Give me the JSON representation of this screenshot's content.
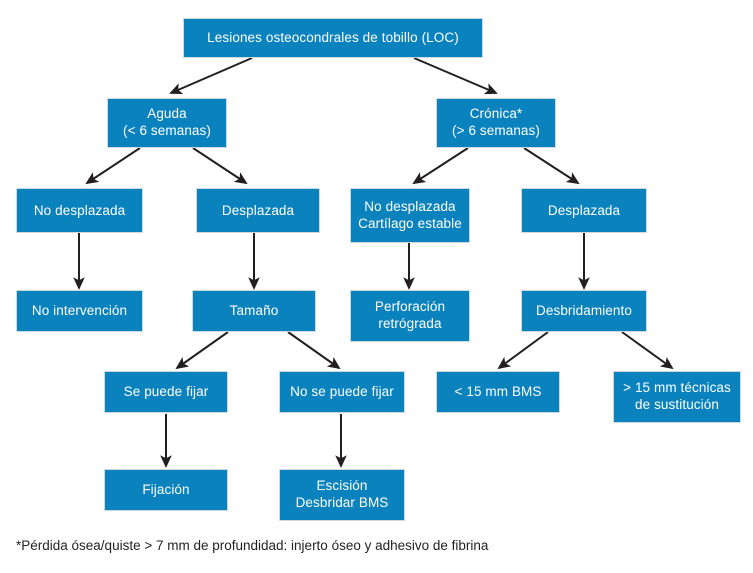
{
  "diagram": {
    "title_node": "Lesiones osteocondrales de tobillo (LOC)",
    "accent_color": "#0a82bd",
    "edge_color": "#231f20",
    "text_color": "#ffffff",
    "background_color": "#ffffff",
    "footnote": "*Pérdida ósea/quiste > 7 mm de profundidad: injerto óseo y adhesivo de fibrina",
    "nodes": [
      {
        "id": "root",
        "label": "Lesiones osteocondrales de tobillo (LOC)"
      },
      {
        "id": "aguda",
        "label": "Aguda\n(< 6 semanas)"
      },
      {
        "id": "cronica",
        "label": "Crónica*\n(> 6 semanas)"
      },
      {
        "id": "a-nodesp",
        "label": "No desplazada"
      },
      {
        "id": "a-desp",
        "label": "Desplazada"
      },
      {
        "id": "c-nodesp",
        "label": "No desplazada\nCartílago estable"
      },
      {
        "id": "c-desp",
        "label": "Desplazada"
      },
      {
        "id": "nointerv",
        "label": "No intervención"
      },
      {
        "id": "tamano",
        "label": "Tamaño"
      },
      {
        "id": "perforacion",
        "label": "Perforación\nretrógrada"
      },
      {
        "id": "desbrid",
        "label": "Desbridamiento"
      },
      {
        "id": "sepuede",
        "label": "Se puede fijar"
      },
      {
        "id": "nosepuede",
        "label": "No se puede fijar"
      },
      {
        "id": "bms15",
        "label": "< 15 mm BMS"
      },
      {
        "id": "tecnicas",
        "label": "> 15 mm técnicas\nde sustitución"
      },
      {
        "id": "fijacion",
        "label": "Fijación"
      },
      {
        "id": "escision",
        "label": "Escisión\nDesbridar BMS"
      }
    ],
    "edges": [
      {
        "from": "root",
        "to": "aguda"
      },
      {
        "from": "root",
        "to": "cronica"
      },
      {
        "from": "aguda",
        "to": "a-nodesp"
      },
      {
        "from": "aguda",
        "to": "a-desp"
      },
      {
        "from": "cronica",
        "to": "c-nodesp"
      },
      {
        "from": "cronica",
        "to": "c-desp"
      },
      {
        "from": "a-nodesp",
        "to": "nointerv"
      },
      {
        "from": "a-desp",
        "to": "tamano"
      },
      {
        "from": "c-nodesp",
        "to": "perforacion"
      },
      {
        "from": "c-desp",
        "to": "desbrid"
      },
      {
        "from": "tamano",
        "to": "sepuede"
      },
      {
        "from": "tamano",
        "to": "nosepuede"
      },
      {
        "from": "desbrid",
        "to": "bms15"
      },
      {
        "from": "desbrid",
        "to": "tecnicas"
      },
      {
        "from": "sepuede",
        "to": "fijacion"
      },
      {
        "from": "nosepuede",
        "to": "escision"
      }
    ]
  }
}
